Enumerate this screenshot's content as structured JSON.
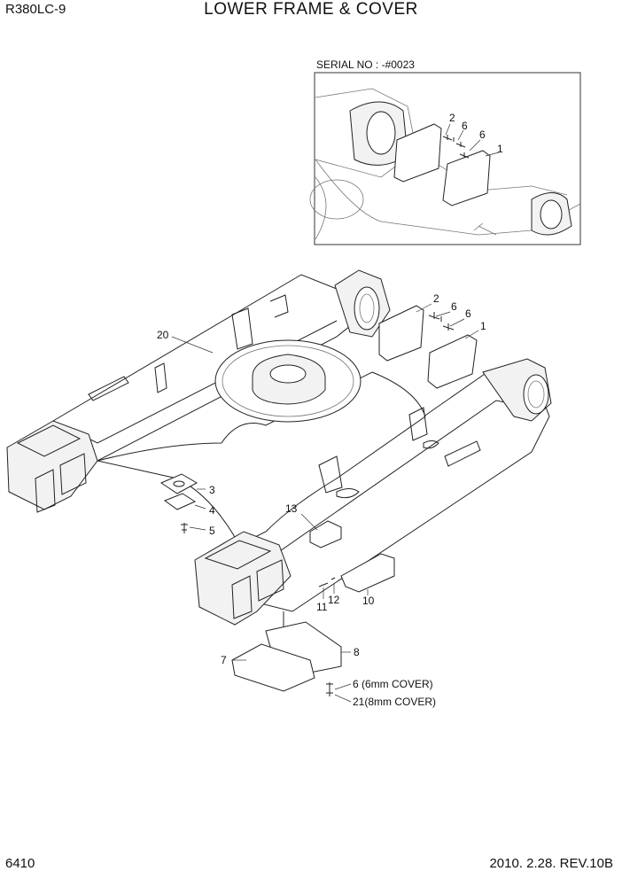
{
  "header": {
    "model": "R380LC-9",
    "title": "LOWER FRAME & COVER"
  },
  "inset": {
    "serial_label": "SERIAL NO : -#0023",
    "callouts": [
      "2",
      "6",
      "6",
      "1"
    ]
  },
  "callouts": {
    "c20": "20",
    "c2": "2",
    "c6a": "6",
    "c6b": "6",
    "c1": "1",
    "c3": "3",
    "c4": "4",
    "c5": "5",
    "c13": "13",
    "c11": "11",
    "c12": "12",
    "c10": "10",
    "c7": "7",
    "c8": "8"
  },
  "bolt_notes": {
    "small": "6 (6mm COVER)",
    "large": "21(8mm COVER)"
  },
  "footer": {
    "page": "6410",
    "revision": "2010. 2.28. REV.10B"
  }
}
